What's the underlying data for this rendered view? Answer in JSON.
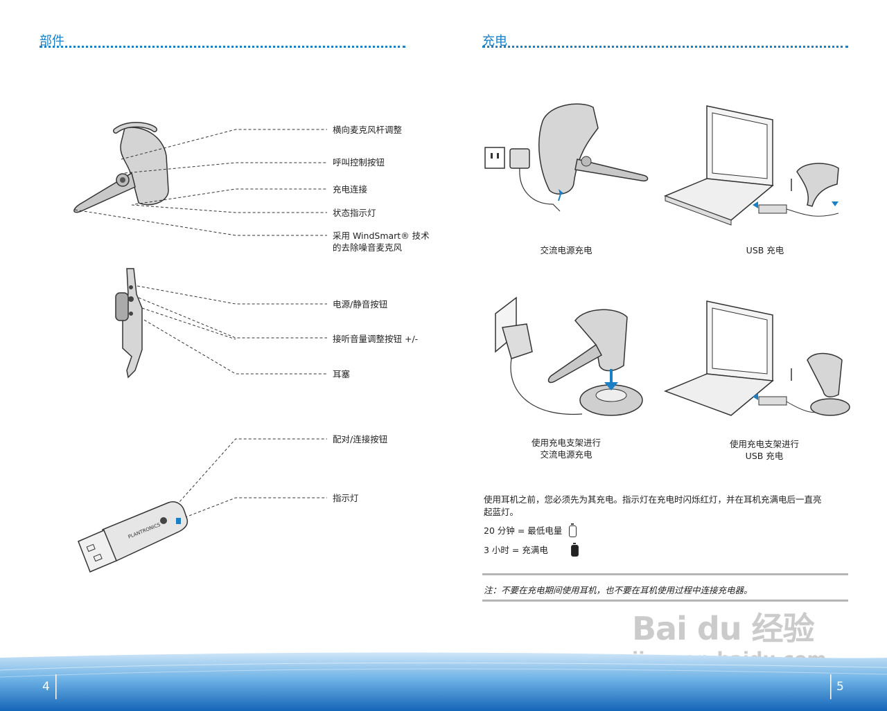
{
  "left": {
    "title": "部件",
    "page_number": "4",
    "headset_callouts": [
      "横向麦克风杆调整",
      "呼叫控制按钮",
      "充电连接",
      "状态指示灯",
      "采用 WindSmart® 技术",
      "的去除噪音麦克风"
    ],
    "side_callouts": [
      "电源/静音按钮",
      "接听音量调整按钮 +/-",
      "耳塞"
    ],
    "usb_callouts": [
      "配对/连接按钮",
      "指示灯"
    ],
    "usb_brand": "PLANTRONICS"
  },
  "right": {
    "title": "充电",
    "page_number": "5",
    "captions": {
      "ac": "交流电源充电",
      "usb": "USB 充电",
      "stand_ac_1": "使用充电支架进行",
      "stand_ac_2": "交流电源充电",
      "stand_usb_1": "使用充电支架进行",
      "stand_usb_2": "USB 充电"
    },
    "instructions": [
      "使用耳机之前，您必须先为其充电。指示灯在充电时闪烁红灯，并在耳机充满电后一直亮",
      "起蓝灯。"
    ],
    "charge_times": [
      {
        "label": "20 分钟 = 最低电量"
      },
      {
        "label": "3 小时 = 充满电"
      }
    ],
    "note": "注：不要在充电期间使用耳机，也不要在耳机使用过程中连接充电器。"
  },
  "watermark": {
    "brand": "Bai du 经验",
    "url": "jingyan.baidu.com"
  },
  "colors": {
    "accent": "#1a7fc4",
    "footer_dark": "#1565b8",
    "footer_light": "#8ec5ee"
  }
}
